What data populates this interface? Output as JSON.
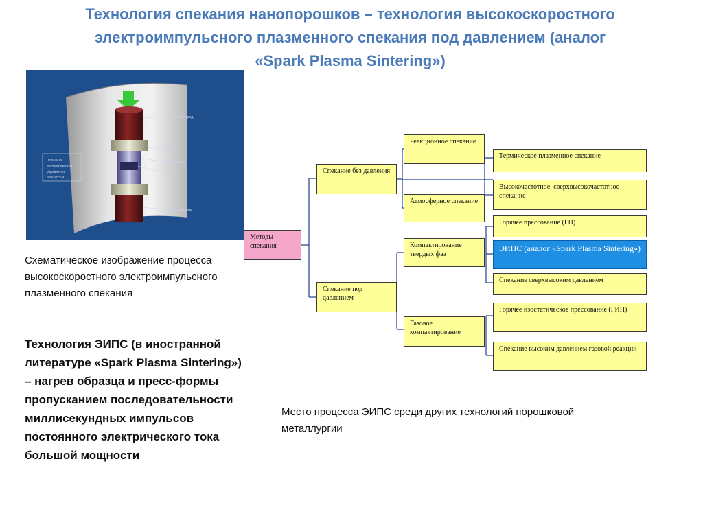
{
  "title": {
    "line1": "Технология спекания нанопорошков – технология высокоскоростного",
    "line2": "электроимпульсного плазменного спекания под давлением (аналог",
    "line3": "«Spark Plasma Sintering»)"
  },
  "figure": {
    "labels": {
      "top_electrode": "верхний электрод",
      "punch": "пуансон",
      "mold": "прессформа",
      "sample": "образец",
      "bottom_electrode": "нижний электрод",
      "box_line1": "генератор",
      "box_line2": "автоматическая",
      "box_line3": "управление",
      "box_line4": "процессом"
    },
    "caption": "Схематическое изображение процесса высокоскоростного электроимпульсного плазменного спекания",
    "colors": {
      "background": "#1f4e8c",
      "electrode": "#6b1a1a",
      "arrow": "#38c83a"
    }
  },
  "description": "Технология ЭИПС (в иностранной литературе «Spark Plasma Sintering») – нагрев образца и пресс-формы пропусканием последовательности миллисекундных импульсов постоянного электрического тока большой мощности",
  "diagram": {
    "root": "Методы спекания",
    "no_pressure": "Спекание без давления",
    "under_pressure": "Спекание под давлением",
    "reaction": "Реакционное спекание",
    "atmospheric": "Атмосферное спекание",
    "solid_compaction": "Компактирование твердых фаз",
    "gas_compaction": "Газовое компактирование",
    "thermal_plasma": "Термическое плазменное спекание",
    "hf": "Высокочастотное, сверхвысокочастотное спекание",
    "hot_press": "Горячее прессование (ГП)",
    "sps": "ЭИПС (аналог «Spark Plasma Sintering»)",
    "ultra_high": "Спекание сверхвысоким давлением",
    "hip": "Горячее изостатическое прессование (ГИП)",
    "high_pressure_gas": "Спекание высоким давлением газовой реакции",
    "colors": {
      "node": "#ffff99",
      "root": "#f4a7c8",
      "highlight": "#1e8fe3",
      "line": "#1f3f8f"
    }
  },
  "diagram_caption": "Место процесса ЭИПС среди других технологий порошковой металлургии"
}
